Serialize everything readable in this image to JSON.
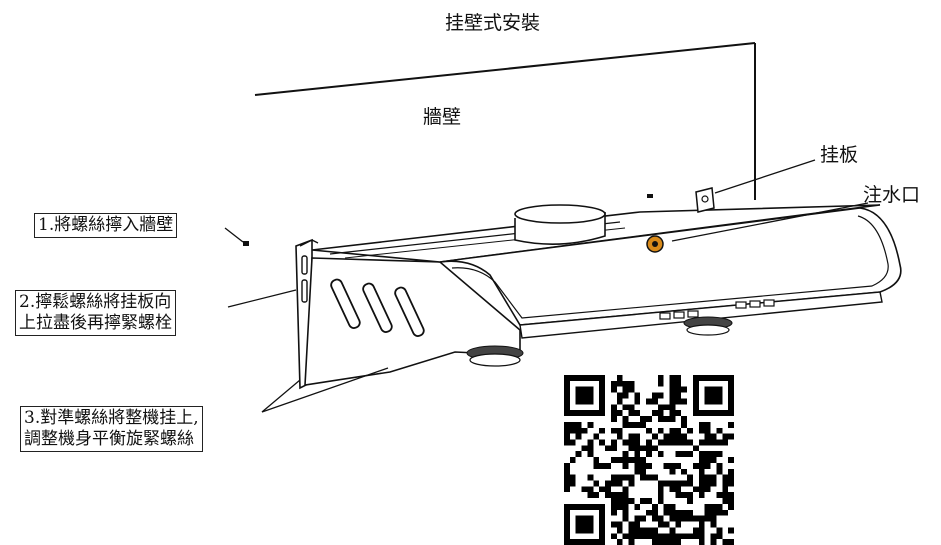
{
  "title": "挂壁式安裝",
  "wall_label": "牆壁",
  "labels": {
    "hanging_plate": "挂板",
    "water_inlet": "注水口"
  },
  "steps": [
    {
      "lines": [
        "1.將螺絲擰入牆壁"
      ]
    },
    {
      "lines": [
        "2.擰鬆螺絲將挂板向",
        "上拉盡後再擰緊螺栓"
      ]
    },
    {
      "lines": [
        "3.對準螺絲將整機挂上,",
        "調整機身平衡旋緊螺絲"
      ]
    }
  ],
  "qr_code": {
    "icon": "qr-code-icon"
  },
  "colors": {
    "ink": "#111111",
    "knob": "#d98a1a"
  }
}
